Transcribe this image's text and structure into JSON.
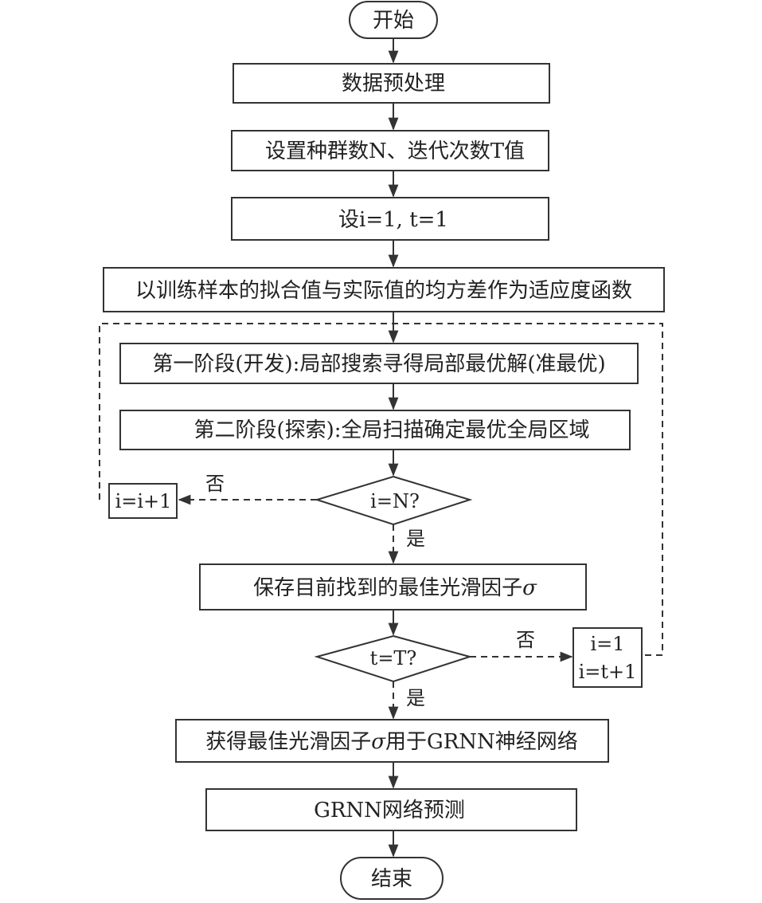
{
  "flowchart": {
    "start": "开始",
    "preprocess": "数据预处理",
    "set_params": "设置种群数N、迭代次数T值",
    "init": "设i=1, t=1",
    "fitness": "以训练样本的拟合值与实际值的均方差作为适应度函数",
    "stage1": "第一阶段(开发):局部搜索寻得局部最优解(准最优)",
    "stage2": "第二阶段(探索):全局扫描确定最优全局区域",
    "cond_i": "i=N?",
    "inc_i": "i=i+1",
    "no_i": "否",
    "yes_i": "是",
    "save_prefix": "保存目前找到的最佳光滑因子",
    "sigma_symbol": "σ",
    "cond_t": "t=T?",
    "no_t": "否",
    "yes_t": "是",
    "reset_i": "i=1",
    "inc_t": "i=t+1",
    "apply_prefix": "获得最佳光滑因子",
    "apply_suffix": "用于GRNN神经网络",
    "predict": "GRNN网络预测",
    "end": "结束"
  }
}
